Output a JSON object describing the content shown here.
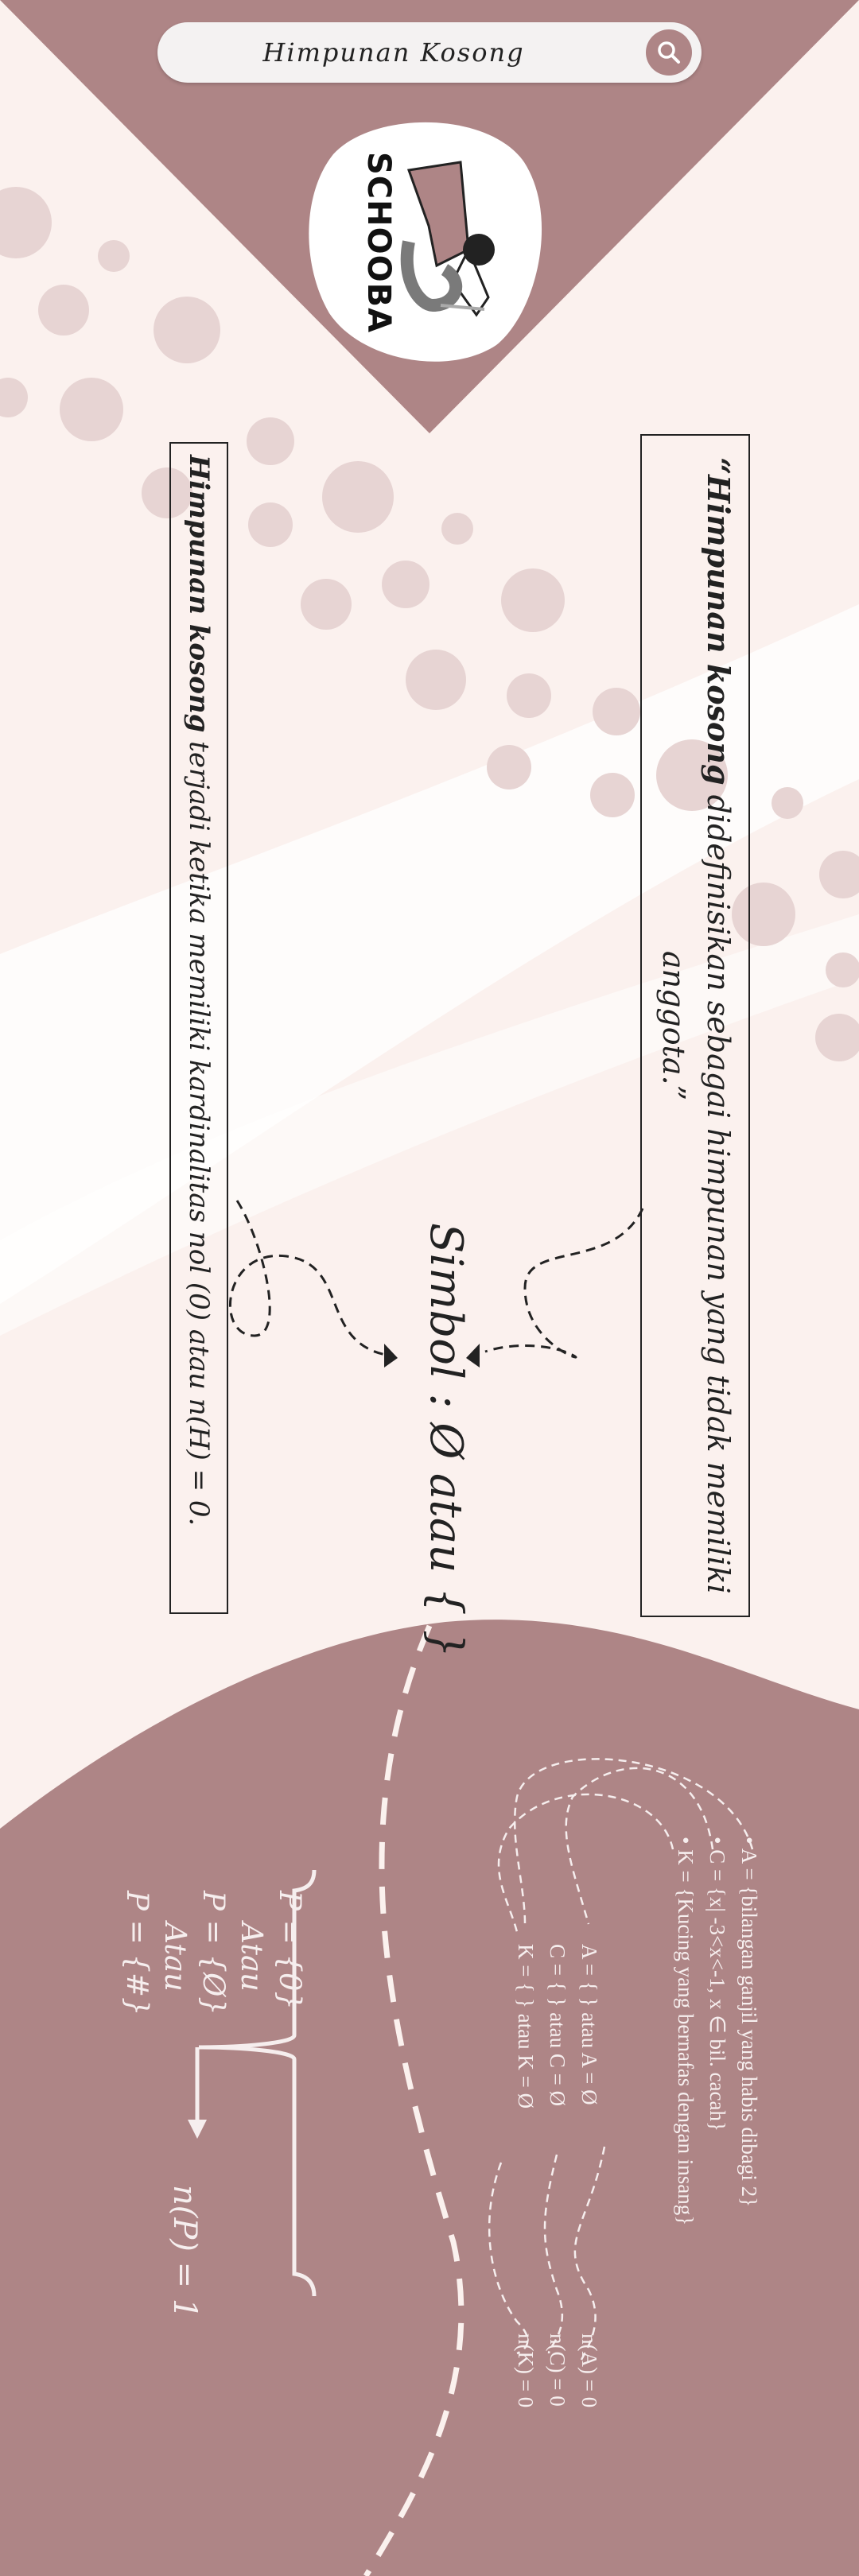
{
  "search": {
    "query": "Himpunan Kosong"
  },
  "logo": {
    "text": "SCHOOBA"
  },
  "quote": {
    "bold": "“Himpunan kosong",
    "rest": " didefinisikan sebagai himpunan yang tidak memiliki anggota.”"
  },
  "definition": {
    "bold": "Himpunan kosong",
    "rest": " terjadi ketika memiliki kardinalitas nol (0) atau n(H) = 0."
  },
  "symbol": "Simbol : Ø atau { }",
  "examples": {
    "items": [
      "A = {bilangan ganjil yang habis dibagi 2}",
      "C = {x| -3<x<-1, x ∈ bil. cacah}",
      "K = {Kucing yang bernafas dengan insang}"
    ],
    "sets": [
      "A = { } atau A = Ø",
      "C = { } atau C = Ø",
      "K = { } atau K = Ø"
    ],
    "cardinals": [
      "n(A) = 0",
      "n(C) = 0",
      "n(K) = 0"
    ]
  },
  "non_empty": {
    "items": [
      "P = {0}",
      "Atau",
      "P = {Ø}",
      "Atau",
      "P = {#}"
    ],
    "result": "n(P) = 1"
  },
  "colors": {
    "mauve": "#ae8586",
    "blush": "#fbf1ee",
    "spot": "#e7d4d3"
  }
}
